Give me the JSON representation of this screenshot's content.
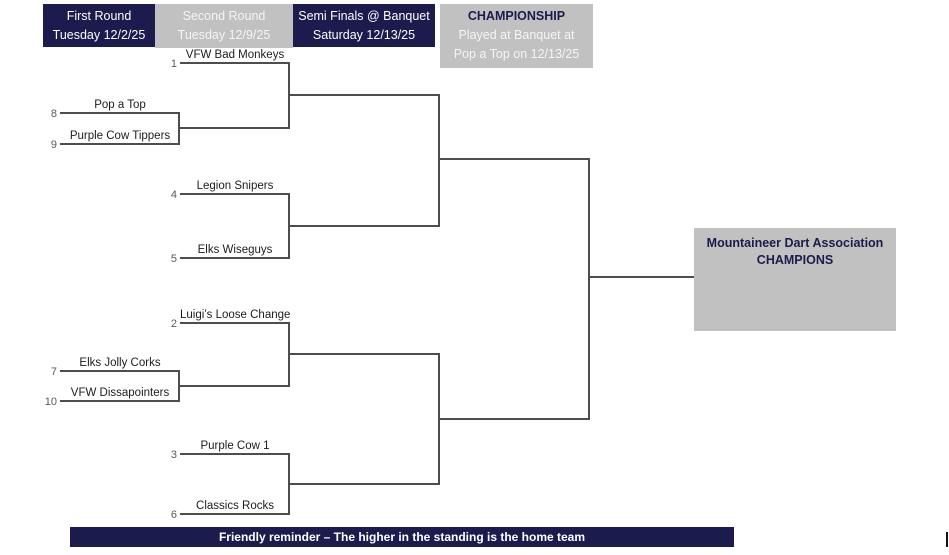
{
  "header": {
    "rounds": [
      {
        "title": "First Round",
        "subtitle": "Tuesday 12/2/25"
      },
      {
        "title": "Second Round",
        "subtitle": "Tuesday 12/9/25"
      },
      {
        "title": "Semi Finals @ Banquet",
        "subtitle": "Saturday 12/13/25"
      },
      {
        "title": "CHAMPIONSHIP",
        "subtitle": "Played at Banquet at",
        "subtitle2": "Pop a Top on 12/13/25"
      }
    ]
  },
  "bracket": {
    "teams": [
      {
        "seed": "1",
        "name": "VFW Bad Monkeys"
      },
      {
        "seed": "8",
        "name": "Pop a Top"
      },
      {
        "seed": "9",
        "name": "Purple Cow Tippers"
      },
      {
        "seed": "4",
        "name": "Legion Snipers"
      },
      {
        "seed": "5",
        "name": "Elks Wiseguys"
      },
      {
        "seed": "2",
        "name": "Luigi’s Loose Change"
      },
      {
        "seed": "7",
        "name": "Elks Jolly Corks"
      },
      {
        "seed": "10",
        "name": "VFW Dissapointers"
      },
      {
        "seed": "3",
        "name": "Purple Cow 1"
      },
      {
        "seed": "6",
        "name": "Classics Rocks"
      }
    ]
  },
  "champion": {
    "line1": "Mountaineer Dart Association",
    "line2": "CHAMPIONS"
  },
  "footer": {
    "reminder": "Friendly reminder – The higher in the standing is the home team"
  },
  "colors": {
    "navy": "#1b1b4e",
    "gray": "#c1c1c1",
    "line": "#4d4d4d",
    "header_text": "#fdfdfd"
  }
}
